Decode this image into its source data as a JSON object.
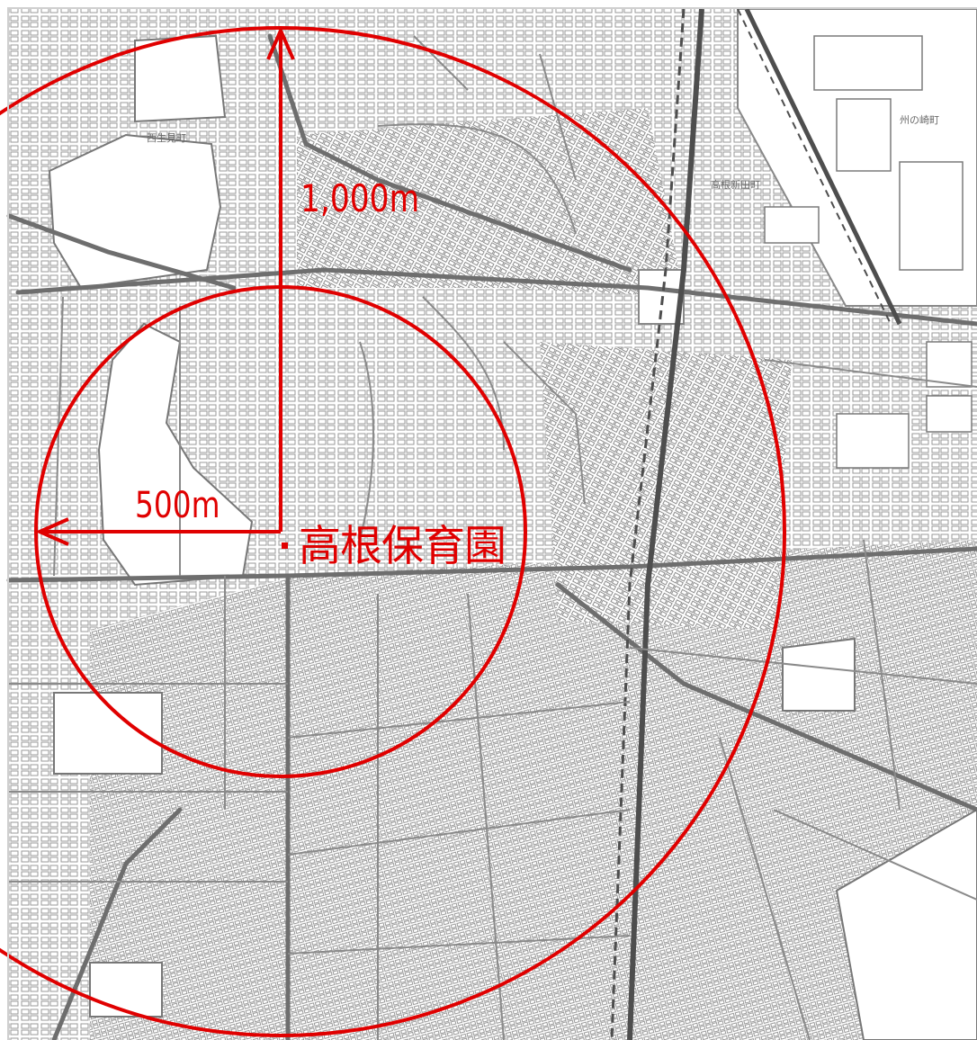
{
  "map": {
    "center_label": "高根保育園",
    "radius_outer_label": "1,000m",
    "radius_inner_label": "500m",
    "place_labels": [
      "西生見町",
      "州の崎町",
      "高根新田町"
    ]
  },
  "colors": {
    "overlay": "#e00000",
    "street_lines": "#8a8a8a",
    "blocks": "#b4b4b4",
    "paper": "#ffffff"
  },
  "icons": {
    "center_marker": "square-dot-icon",
    "arrow": "arrowhead-icon"
  }
}
